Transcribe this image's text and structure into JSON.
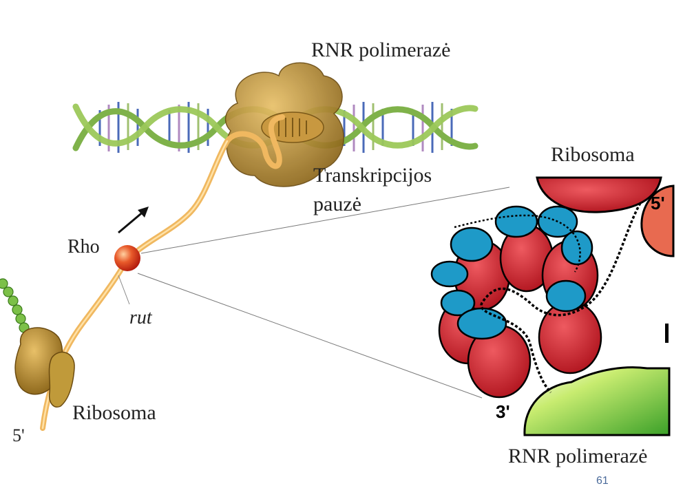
{
  "labels": {
    "rnr_top": "RNR polimerazė",
    "ribosoma_right": "Ribosoma",
    "transkripcijos": "Transkripcijos",
    "pauze": "pauzė",
    "rho": "Rho",
    "rut": "rut",
    "ribosoma_left": "Ribosoma",
    "five_prime_left": "5'",
    "five_prime_right": "5'",
    "three_prime_right": "3'",
    "rnr_bottom": "RNR polimerazė"
  },
  "page_number": "61",
  "colors": {
    "dna_strand": "#7fb24a",
    "mrna": "#f0b860",
    "rnap_body": "#b8882c",
    "rho_ball": "#e23a1a",
    "hexamer_red": "#c8202a",
    "hexamer_blue": "#1e9ac8",
    "polymerase_green": "#6cc040",
    "ribosome_left": "#b08a28"
  },
  "icons": [
    "dna-helix-icon",
    "rna-polymerase-icon",
    "rho-protein-icon",
    "ribosome-icon",
    "direction-arrow-icon"
  ]
}
